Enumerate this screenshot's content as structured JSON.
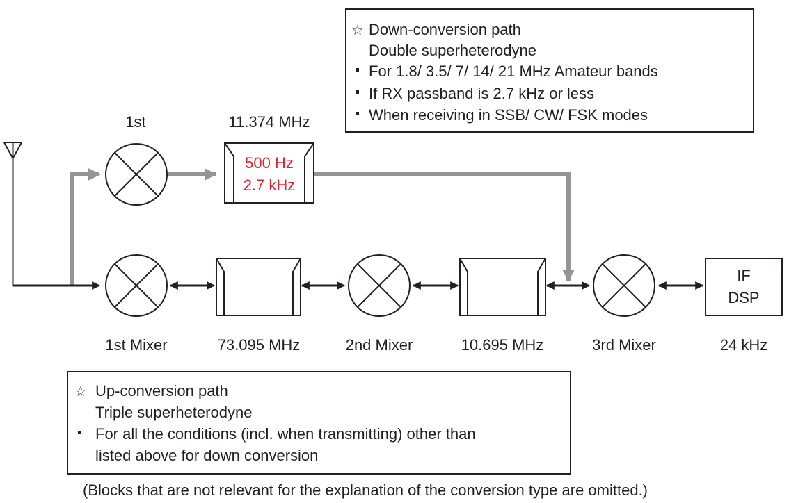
{
  "down_box": {
    "title": "Down-conversion path",
    "subtitle": "Double superheterodyne",
    "bullets": [
      "For 1.8/ 3.5/ 7/ 14/ 21 MHz Amateur bands",
      "If RX passband is 2.7 kHz or less",
      "When receiving in SSB/ CW/ FSK modes"
    ]
  },
  "up_box": {
    "title": "Up-conversion path",
    "subtitle": "Triple superheterodyne",
    "bullet_line1": "For all the conditions (incl. when transmitting) other than",
    "bullet_line2": "listed above for down conversion"
  },
  "top_path": {
    "mixer_label": "1st",
    "filter_label": "11.374 MHz",
    "filter_bw1": "500 Hz",
    "filter_bw2": "2.7 kHz"
  },
  "main_path": {
    "labels": [
      "1st Mixer",
      "73.095 MHz",
      "2nd Mixer",
      "10.695 MHz",
      "3rd Mixer",
      "24 kHz"
    ],
    "dsp_line1": "IF",
    "dsp_line2": "DSP"
  },
  "footnote": "(Blocks that are not relevant for the explanation of the conversion type are omitted.)",
  "colors": {
    "line": "#231f20",
    "gray_path": "#939598",
    "red_text": "#e8202a"
  },
  "icons": {
    "star": "white-star-icon",
    "bullet": "square-bullet-icon",
    "antenna": "antenna-icon"
  }
}
